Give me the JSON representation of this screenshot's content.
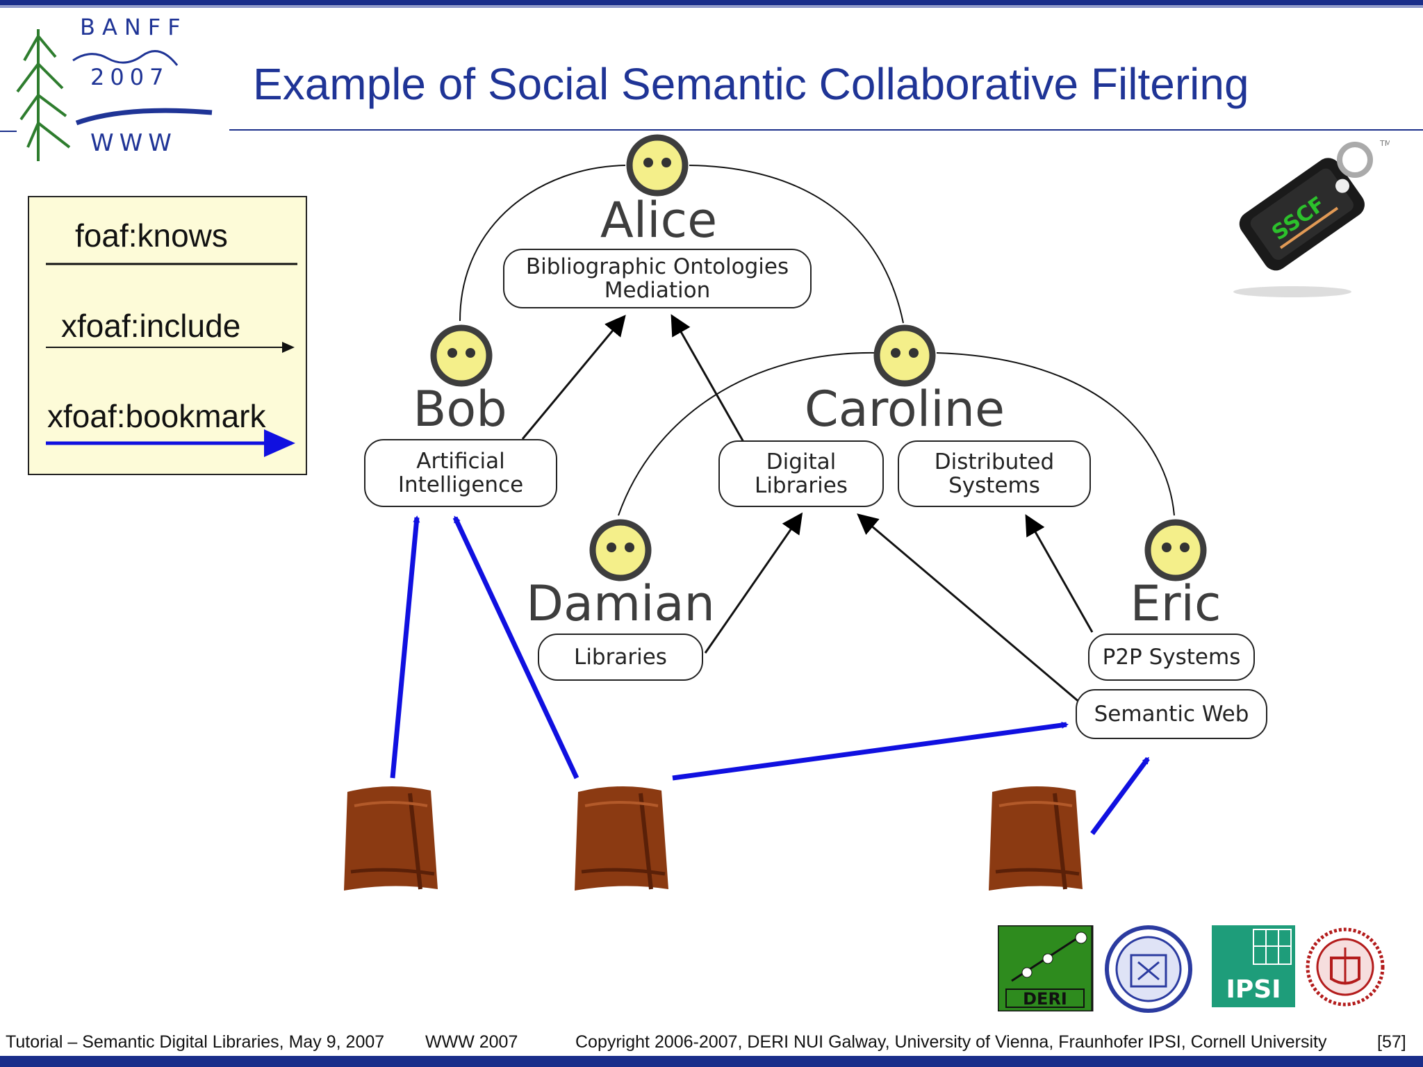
{
  "slide": {
    "title": "Example of Social Semantic Collaborative Filtering",
    "logo": {
      "lines": [
        "BANFF",
        "2007",
        "WWW"
      ]
    }
  },
  "legend": {
    "knows": "foaf:knows",
    "include": "xfoaf:include",
    "bookmark": "xfoaf:bookmark"
  },
  "people": {
    "alice": "Alice",
    "bob": "Bob",
    "caroline": "Caroline",
    "damian": "Damian",
    "eric": "Eric"
  },
  "topics": {
    "bib_line1": "Bibliographic Ontologies",
    "bib_line2": "Mediation",
    "ai_line1": "Artificial",
    "ai_line2": "Intelligence",
    "dl_line1": "Digital",
    "dl_line2": "Libraries",
    "ds_line1": "Distributed",
    "ds_line2": "Systems",
    "libraries": "Libraries",
    "p2p": "P2P Systems",
    "semweb": "Semantic Web"
  },
  "badge": {
    "text": "SSCF",
    "tm": "TM"
  },
  "partners": {
    "deri": "DERI",
    "ipsi": "IPSI"
  },
  "colors": {
    "accent": "#1f3496",
    "bookmark": "#1010e0",
    "legend_bg": "#fdfbd8",
    "smiley": "#f4ef8a",
    "book": "#8b3a12"
  },
  "footer": {
    "tutorial": "Tutorial – Semantic Digital Libraries, May 9, 2007",
    "conference": "WWW 2007",
    "copyright": "Copyright 2006-2007, DERI NUI Galway, University of Vienna, Fraunhofer IPSI, Cornell University",
    "page": "[57]"
  }
}
